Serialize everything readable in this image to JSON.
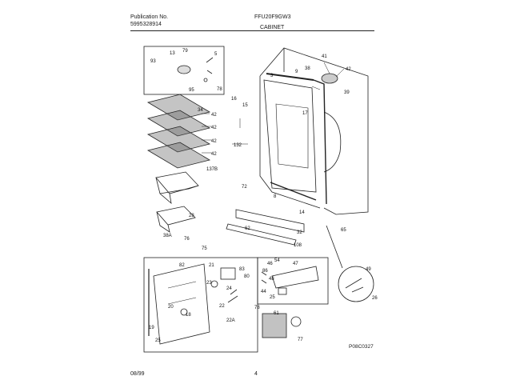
{
  "header": {
    "publication_label": "Publication No.",
    "publication_number": "5995328914",
    "model": "FFU20F9GW3",
    "section": "CABINET"
  },
  "footer": {
    "date": "08/99",
    "page": "4",
    "diagram_code": "P08C0327"
  },
  "callouts": {
    "c13": "13",
    "c79a": "79",
    "c5": "5",
    "c93": "93",
    "c78": "78",
    "c95": "95",
    "c41": "41",
    "c38": "38",
    "c42a": "42",
    "c39": "39",
    "c3": "3",
    "c9": "9",
    "c16": "16",
    "c15": "15",
    "c17": "17",
    "c34": "34",
    "c42b": "42",
    "c42c": "42",
    "c42d": "42",
    "c42e": "42",
    "c132": "132",
    "c137b": "137B",
    "c72": "72",
    "c8": "8",
    "c14": "14",
    "c32": "32",
    "c62": "62",
    "c28": "28",
    "c76": "76",
    "c38a": "38A",
    "c75": "75",
    "c65": "65",
    "c108": "108",
    "c82": "82",
    "c21": "21",
    "c23": "23",
    "c24": "24",
    "c83": "83",
    "c80": "80",
    "c22": "22",
    "c22a": "22A",
    "c20": "20",
    "c18": "18",
    "c19": "19",
    "c25": "25",
    "c86": "86",
    "c46": "46",
    "c54": "54",
    "c47": "47",
    "c48": "48",
    "c44": "44",
    "c25b": "25",
    "c78b": "78",
    "c61": "61",
    "c77": "77",
    "c49": "49",
    "c26": "26"
  }
}
